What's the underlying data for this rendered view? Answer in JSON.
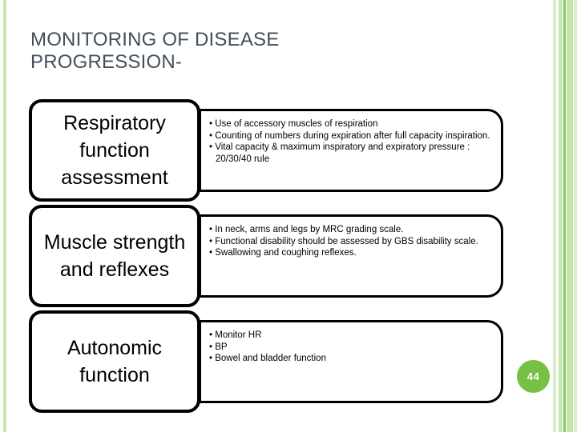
{
  "slide": {
    "title_lines": [
      "MONITORING OF DISEASE",
      "PROGRESSION-"
    ],
    "page_number": "44",
    "accent_color": "#76c043",
    "title_color": "#434f5b",
    "stripe_color": "#c8e6ae"
  },
  "rows": [
    {
      "category": "Respiratory function assessment",
      "details": [
        "Use of accessory muscles of respiration",
        "Counting of numbers during expiration after full capacity inspiration.",
        "Vital capacity & maximum inspiratory and expiratory pressure : 20/30/40 rule"
      ]
    },
    {
      "category": "Muscle strength and reflexes",
      "details": [
        "In neck, arms and legs by MRC grading scale.",
        "Functional disability should be assessed by GBS disability scale.",
        "Swallowing and coughing reflexes."
      ]
    },
    {
      "category": "Autonomic function",
      "details": [
        "Monitor HR",
        "BP",
        "Bowel and bladder function"
      ]
    }
  ]
}
